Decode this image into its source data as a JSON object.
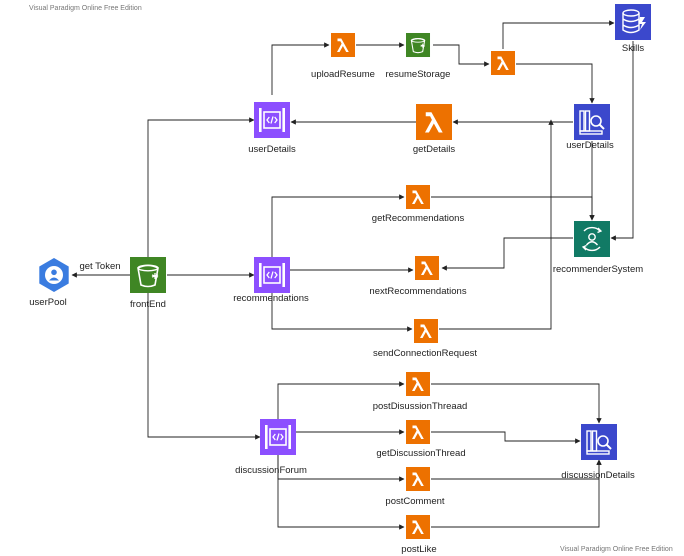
{
  "watermark_top": "Visual Paradigm Online Free Edition",
  "watermark_bottom": "Visual Paradigm Online Free Edition",
  "colors": {
    "lambda": "#ED7100",
    "api_gateway": "#8C4FFF",
    "s3": "#3F8624",
    "dynamodb": "#3B48CC",
    "cognito": "#3A7CE0",
    "personalize": "#117A65",
    "edge": "#222222"
  },
  "nodes": {
    "uploadResume": {
      "label": "uploadResume",
      "icon": "lambda-icon"
    },
    "resumeStorage": {
      "label": "resumeStorage",
      "icon": "s3-bucket-icon"
    },
    "lambdaTop": {
      "label": "",
      "icon": "lambda-icon"
    },
    "skills": {
      "label": "Skills",
      "icon": "dynamodb-icon"
    },
    "userDetailsApi": {
      "label": "userDetails",
      "icon": "api-gateway-icon"
    },
    "getDetails": {
      "label": "getDetails",
      "icon": "lambda-icon"
    },
    "userDetailsDb": {
      "label": "userDetails",
      "icon": "dynamodb-table-icon"
    },
    "getRecommendations": {
      "label": "getRecommendations",
      "icon": "lambda-icon"
    },
    "recommenderSystem": {
      "label": "recommenderSystem",
      "icon": "personalize-icon"
    },
    "userPool": {
      "label": "userPool",
      "icon": "cognito-icon"
    },
    "frontEnd": {
      "label": "frontEnd",
      "icon": "s3-bucket-icon"
    },
    "recommendationsApi": {
      "label": "recommendations",
      "icon": "api-gateway-icon"
    },
    "nextRecommendations": {
      "label": "nextRecommendations",
      "icon": "lambda-icon"
    },
    "sendConnectionRequest": {
      "label": "sendConnectionRequest",
      "icon": "lambda-icon"
    },
    "postDisussionThreaad": {
      "label": "postDisussionThreaad",
      "icon": "lambda-icon"
    },
    "discussionForum": {
      "label": "discussionForum",
      "icon": "api-gateway-icon"
    },
    "getDiscussionThread": {
      "label": "getDiscussionThread",
      "icon": "lambda-icon"
    },
    "discussionDetails": {
      "label": "discussionDetails",
      "icon": "dynamodb-table-icon"
    },
    "postComment": {
      "label": "postComment",
      "icon": "lambda-icon"
    },
    "postLike": {
      "label": "postLike",
      "icon": "lambda-icon"
    }
  },
  "edge_labels": {
    "getToken": "get Token"
  }
}
